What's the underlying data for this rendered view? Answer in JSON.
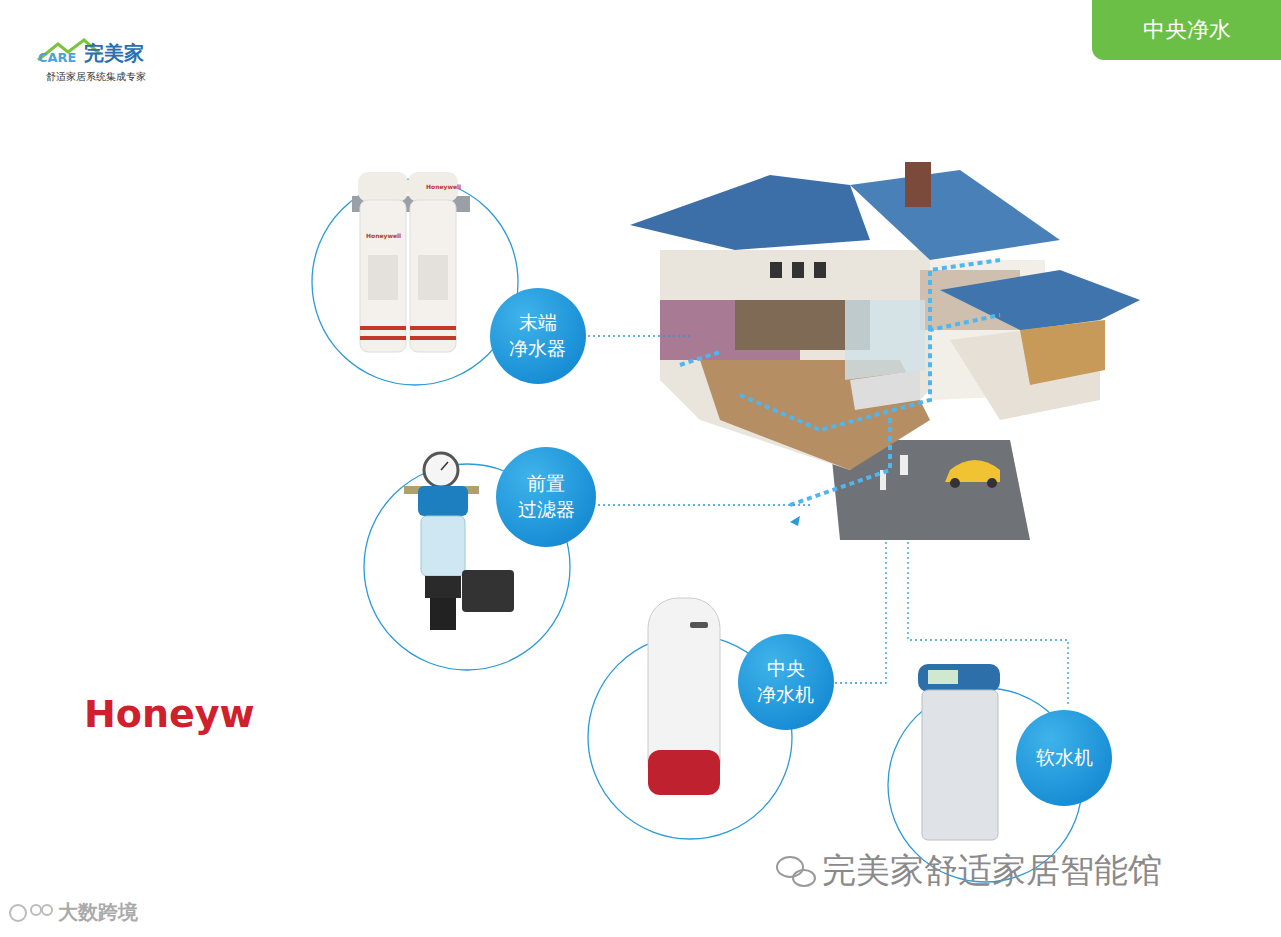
{
  "diagram": {
    "title": "中央净水",
    "nodes": [
      {
        "text": [
          "末端 净水器"
        ]
      },
      {
        "text": [
          "前置 过滤器"
        ]
      },
      {
        "text": [
          "中央 净水机"
        ]
      },
      {
        "text": [
          "软水机"
        ]
      }
    ],
    "labels": [
      "CARE",
      "完美家",
      "舒适家居系统集成专家",
      "Honeywell",
      "Honeywell",
      "Honeyw",
      "完美家舒适家居智能馆",
      "大数跨境"
    ]
  }
}
